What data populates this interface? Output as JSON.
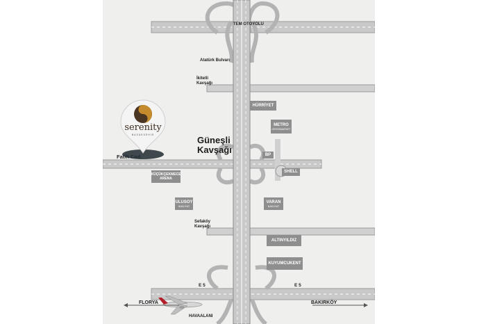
{
  "labels": {
    "tem_otoyolu": "TEM OTOYOLU",
    "ataturk": "Atatürk Bulvarı",
    "ikitelli": "İkitelli Kavşağı",
    "gunesli": "Güneşli Kavşağı",
    "fatih": "Fatih Cad.",
    "sefakoy": "Sefaköy Kavşağı",
    "e5_left": "E 5",
    "e5_right": "E 5",
    "florya": "FLORYA",
    "bakirkoy": "BAKIRKÖY",
    "havaalani": "HAVAALANI"
  },
  "places": {
    "hurriyet": {
      "name": "HÜRRİYET"
    },
    "metro": {
      "name": "METRO",
      "sub": "GROSSMARKET"
    },
    "bp": {
      "name": "BP"
    },
    "shell": {
      "name": "SHELL"
    },
    "arena": {
      "name": "KÜÇÜKÇEKMECE ARENA"
    },
    "ulusoy": {
      "name": "ULUSOY",
      "sub": "NAKLİYAT"
    },
    "varan": {
      "name": "VARAN",
      "sub": "NAKLİYAT"
    },
    "altinyildiz": {
      "name": "ALTINYILDIZ"
    },
    "kuyumcukent": {
      "name": "KUYUMCUKENT"
    }
  },
  "logo": {
    "text": "serenity",
    "sub": "BASAKSEHIR",
    "colors": {
      "brown": "#4a3523",
      "gold": "#c48a2c",
      "pin": "#f4f4f4"
    }
  },
  "colors": {
    "road": "#c9c9c9",
    "road_edge": "#9a9a9a",
    "box": "#8e8e8e",
    "paper": "#efefee"
  }
}
